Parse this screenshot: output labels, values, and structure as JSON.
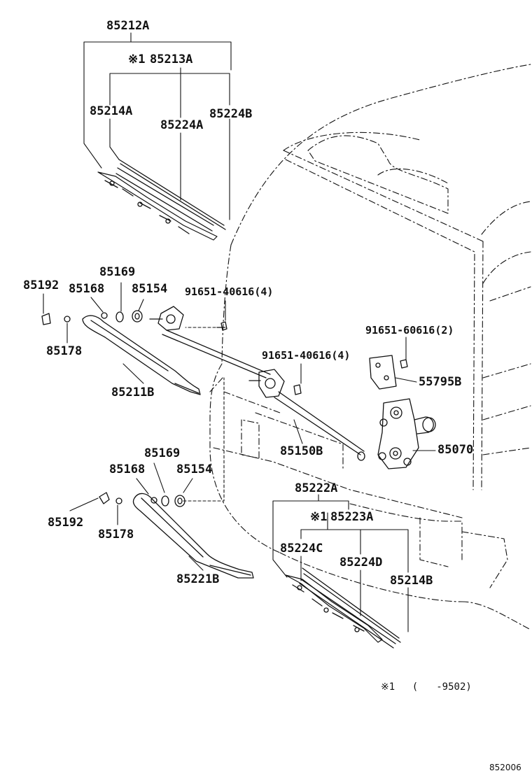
{
  "labels": {
    "p85212A": "85212A",
    "p85213A": "85213A",
    "p85213A_mark": "※1",
    "p85214A": "85214A",
    "p85224A": "85224A",
    "p85224B": "85224B",
    "p85169_top": "85169",
    "p85192_top": "85192",
    "p85168_top": "85168",
    "p85154_top": "85154",
    "p85178_top": "85178",
    "p85211B": "85211B",
    "p91651_40616_a": "91651-40616(4)",
    "p91651_60616": "91651-60616(2)",
    "p91651_40616_b": "91651-40616(4)",
    "p55795B": "55795B",
    "p85150B": "85150B",
    "p85070": "85070",
    "p85169_bot": "85169",
    "p85168_bot": "85168",
    "p85154_bot": "85154",
    "p85222A": "85222A",
    "p85223A": "85223A",
    "p85223A_mark": "※1",
    "p85224C": "85224C",
    "p85224D": "85224D",
    "p85214B": "85214B",
    "p85192_bot": "85192",
    "p85178_bot": "85178",
    "p85221B": "85221B"
  },
  "footnote": {
    "mark": "※1",
    "open": "(",
    "range": "-9502)"
  },
  "diagram_code": "852006"
}
